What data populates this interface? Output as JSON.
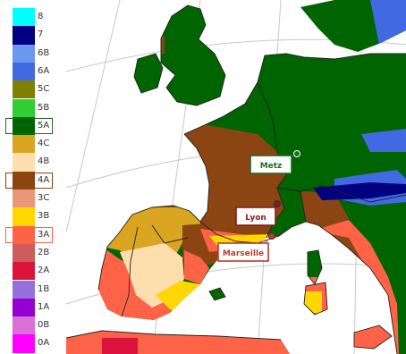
{
  "legend": {
    "items": [
      {
        "label": "8",
        "color": "#00ffff"
      },
      {
        "label": "7",
        "color": "#000080"
      },
      {
        "label": "6B",
        "color": "#6b97f0"
      },
      {
        "label": "6A",
        "color": "#4169e1"
      },
      {
        "label": "5C",
        "color": "#808000"
      },
      {
        "label": "5B",
        "color": "#32cd32"
      },
      {
        "label": "5A",
        "color": "#006400",
        "highlight": "#1f6b1f"
      },
      {
        "label": "4C",
        "color": "#daa520"
      },
      {
        "label": "4B",
        "color": "#ffdead"
      },
      {
        "label": "4A",
        "color": "#8b4513",
        "highlight": "#8b4513"
      },
      {
        "label": "3C",
        "color": "#e9967a"
      },
      {
        "label": "3B",
        "color": "#ffd700"
      },
      {
        "label": "3A",
        "color": "#ff6347",
        "highlight": "#ff6347"
      },
      {
        "label": "2B",
        "color": "#cd5c5c"
      },
      {
        "label": "2A",
        "color": "#dc143c"
      },
      {
        "label": "1B",
        "color": "#9370db"
      },
      {
        "label": "1A",
        "color": "#9400d3"
      },
      {
        "label": "0B",
        "color": "#da70d6"
      },
      {
        "label": "0A",
        "color": "#ff00ff"
      }
    ]
  },
  "map": {
    "cities": [
      {
        "name": "Metz",
        "zone": "5A",
        "label_color": "#1f6b1f"
      },
      {
        "name": "Lyon",
        "zone": "4A",
        "label_color": "#8b1a1a"
      },
      {
        "name": "Marseille",
        "zone": "3A",
        "label_color": "#c0392b"
      }
    ],
    "colors": {
      "sea": "#ffffff",
      "graticule": "#c8c8c8",
      "border": "#222222"
    }
  }
}
